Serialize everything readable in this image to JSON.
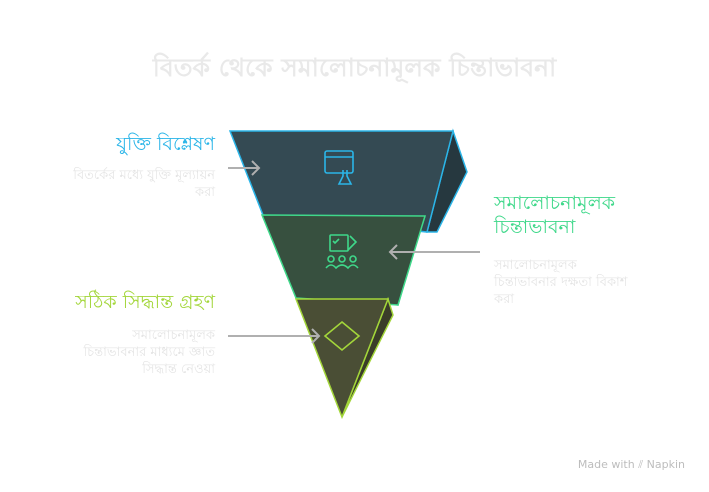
{
  "title": "বিতর্ক থেকে সমালোচনামূলক চিন্তাভাবনা",
  "levels": [
    {
      "heading": "যুক্তি বিশ্লেষণ",
      "desc1": "বিতর্কের মধ্যে যুক্তি মূল্যায়ন",
      "desc2": "করা",
      "color": "#2bb5e8",
      "icon": "browser-flask-icon"
    },
    {
      "heading1": "সমালোচনামূলক",
      "heading2": "চিন্তাভাবনা",
      "desc1": "সমালোচনামূলক",
      "desc2": "চিন্তাভাবনার দক্ষতা বিকাশ",
      "desc3": "করা",
      "color": "#3fd88a",
      "icon": "checklist-team-icon"
    },
    {
      "heading": "সঠিক সিদ্ধান্ত গ্রহণ",
      "desc1": "সমালোচনামূলক",
      "desc2": "চিন্তাভাবনার মাধ্যমে জ্ঞাত",
      "desc3": "সিদ্ধান্ত নেওয়া",
      "color": "#a3d63a",
      "icon": "diamond-icon"
    }
  ],
  "brand": {
    "made_with": "Made with",
    "name": "Napkin"
  }
}
